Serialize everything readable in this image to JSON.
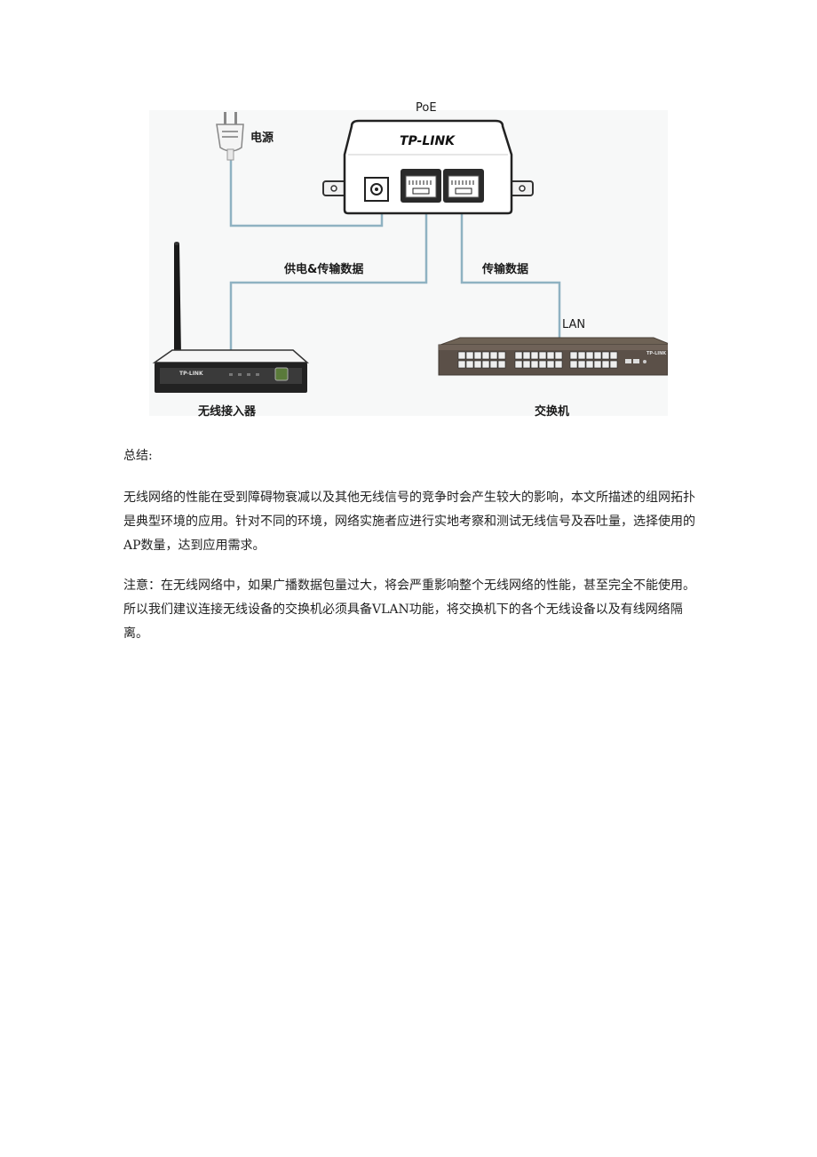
{
  "diagram": {
    "labels": {
      "poe": "PoE",
      "power": "电源",
      "power_data": "供电&传输数据",
      "data": "传输数据",
      "lan": "LAN",
      "ap": "无线接入器",
      "switch": "交换机"
    },
    "brand_poe": "TP-LINK",
    "brand_ap": "TP-LINK",
    "brand_switch": "TP-LINK"
  },
  "content": {
    "summary_heading": "总结:",
    "paragraph1": "无线网络的性能在受到障碍物衰减以及其他无线信号的竞争时会产生较大的影响，本文所描述的组网拓扑是典型环境的应用。针对不同的环境，网络实施者应进行实地考察和测试无线信号及吞吐量，选择使用的AP数量，达到应用需求。",
    "paragraph2": "注意：在无线网络中，如果广播数据包量过大，将会严重影响整个无线网络的性能，甚至完全不能使用。所以我们建议连接无线设备的交换机必须具备VLAN功能，将交换机下的各个无线设备以及有线网络隔离。"
  }
}
